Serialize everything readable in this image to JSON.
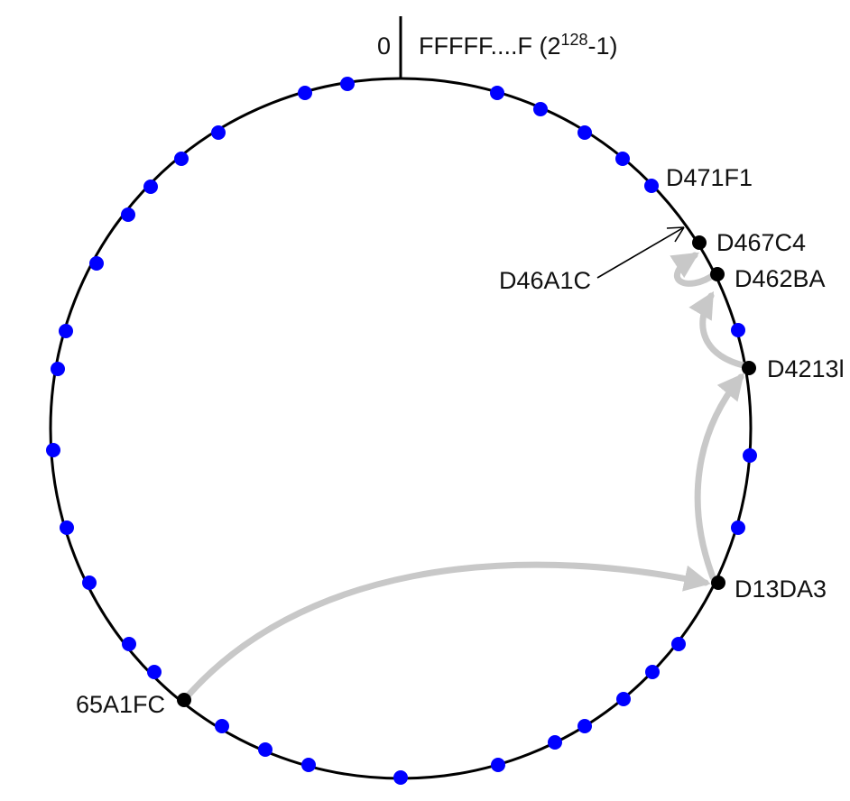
{
  "top_marker": {
    "zero_label": "0",
    "max_label_prefix": "FFFFF....F (2",
    "max_label_exponent": "128",
    "max_label_suffix": "-1)"
  },
  "nodes": {
    "d471f1": "D471F1",
    "d467c4": "D467C4",
    "d462ba": "D462BA",
    "d4213": "D4213l",
    "d13da3": "D13DA3",
    "n65a1fc": "65A1FC"
  },
  "lookup_key": "D46A1C",
  "colors": {
    "ring": "#000000",
    "peer_dot": "#0000ff",
    "highlight_node": "#000000",
    "route_arrow": "#c8c8c8",
    "pointer_arrow": "#000000"
  },
  "icons": {
    "peer": "blue-dot",
    "highlighted_peer": "black-dot",
    "route_hop": "gray-curved-arrow"
  }
}
